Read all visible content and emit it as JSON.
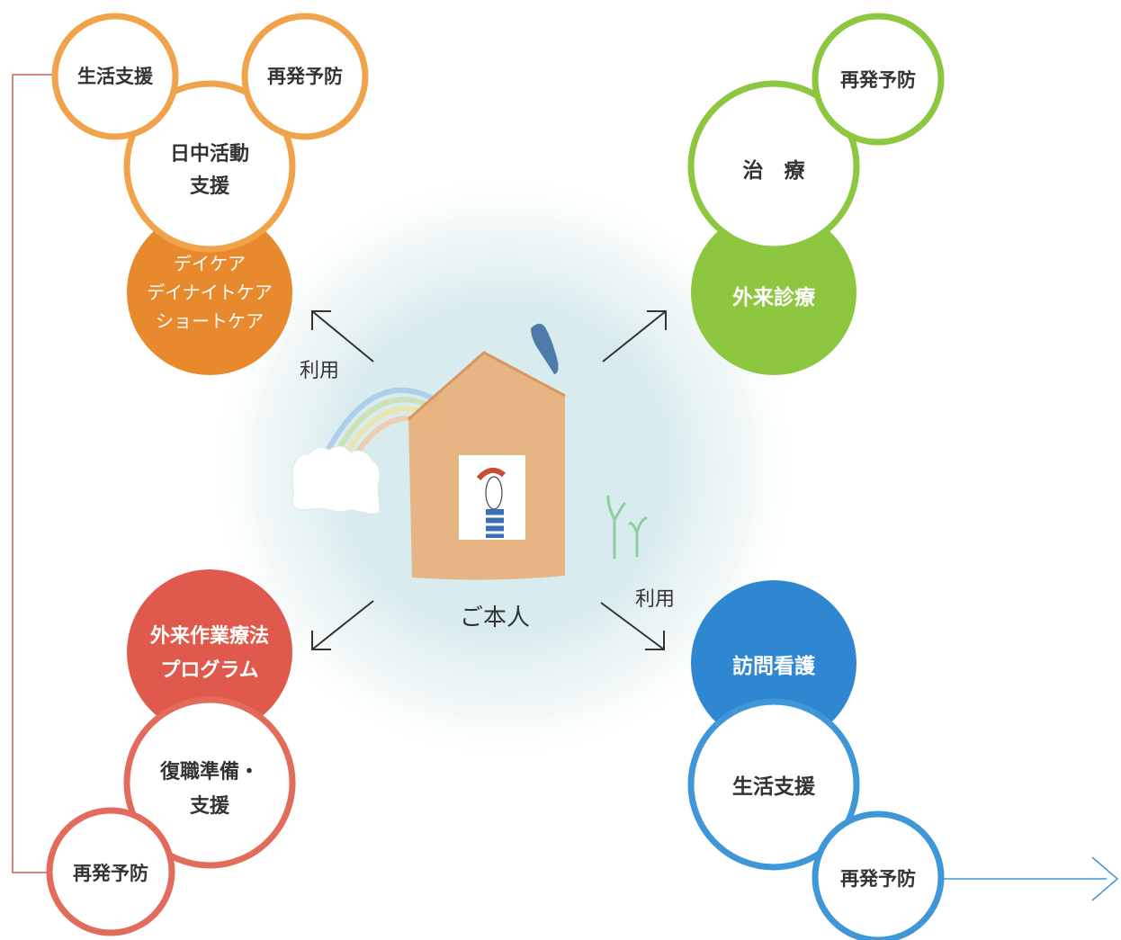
{
  "colors": {
    "orange": "#f0a34a",
    "orange_fill": "#e8892d",
    "green": "#8dc63f",
    "red": "#e36b5b",
    "red_fill": "#df5a4c",
    "blue": "#3f97d8",
    "blue_fill": "#2f86d1",
    "bracket": "#cf5e52",
    "arrow": "#333333"
  },
  "daycare_group": {
    "primary": "デイケア\nデイナイトケア\nショートケア",
    "activity": "日中活動\n支援",
    "life_support": "生活支援",
    "relapse": "再発予防"
  },
  "outpatient_group": {
    "primary": "外来診療",
    "treatment": "治　療",
    "relapse": "再発予防"
  },
  "ot_group": {
    "primary": "外来作業療法\nプログラム",
    "return_to_work": "復職準備・\n支援",
    "relapse": "再発予防"
  },
  "nursing_group": {
    "primary": "訪問看護",
    "life_support": "生活支援",
    "relapse": "再発予防"
  },
  "center": {
    "person": "ご本人",
    "use_label_top": "利用",
    "use_label_bottom": "利用"
  },
  "icons": [
    "house-illustration",
    "rainbow-illustration",
    "cloud-illustration",
    "bird-illustration",
    "sprout-illustration",
    "chevron-right-icon"
  ]
}
